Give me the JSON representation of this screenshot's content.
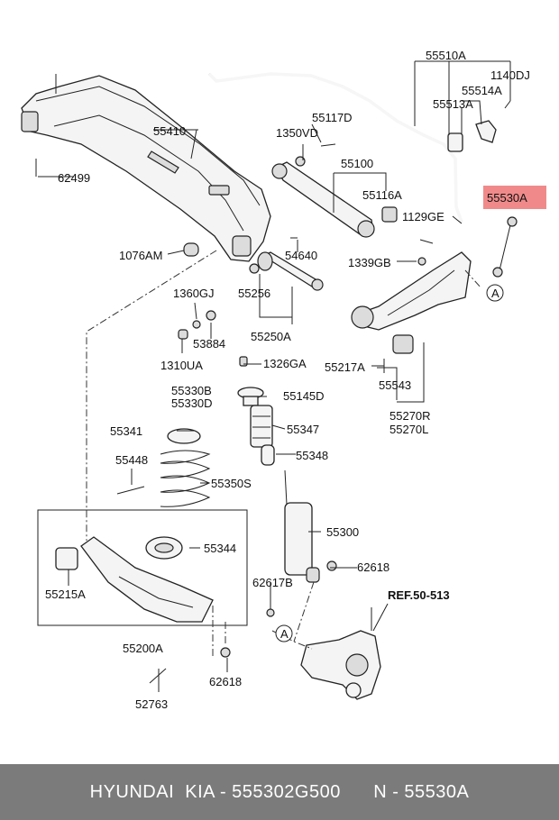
{
  "diagram": {
    "labels": {
      "p55510A": "55510A",
      "p1140DJ": "1140DJ",
      "p55514A": "55514A",
      "p55513A": "55513A",
      "p55410": "55410",
      "p55117D": "55117D",
      "p1350VD": "1350VD",
      "p55100": "55100",
      "p62499": "62499",
      "p55116A": "55116A",
      "p55530A": "55530A",
      "p1129GE": "1129GE",
      "p1076AM": "1076AM",
      "p54640": "54640",
      "p1339GB": "1339GB",
      "p1360GJ": "1360GJ",
      "p55256": "55256",
      "p53884": "53884",
      "p55250A": "55250A",
      "p1310UA": "1310UA",
      "p1326GA": "1326GA",
      "p55217A": "55217A",
      "p55330B": "55330B",
      "p55330D": "55330D",
      "p55145D": "55145D",
      "p55543": "55543",
      "p55270R": "55270R",
      "p55270L": "55270L",
      "p55341": "55341",
      "p55347": "55347",
      "p55348": "55348",
      "p55448": "55448",
      "p55350S": "55350S",
      "p55300": "55300",
      "p55344": "55344",
      "p62618a": "62618",
      "p62617B": "62617B",
      "p55215A": "55215A",
      "p55200A": "55200A",
      "p62618b": "62618",
      "p52763": "52763",
      "ref": "REF.50-513",
      "calloutA1": "A",
      "calloutA2": "A"
    },
    "highlight_color": "#f08a8a"
  },
  "footer": {
    "brand": "HYUNDAI  KIA - 555302G500",
    "part": "N - 55530A"
  }
}
